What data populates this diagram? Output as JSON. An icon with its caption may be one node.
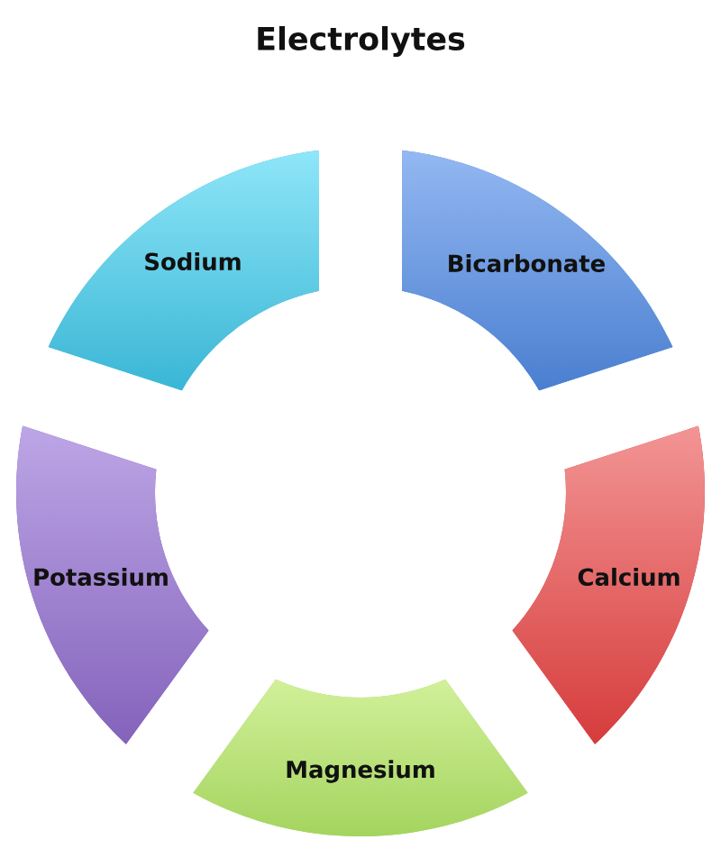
{
  "diagram": {
    "title": "Electrolytes",
    "nodes": [
      {
        "text": [
          "Sodium"
        ]
      },
      {
        "text": [
          "Bicarbonate"
        ]
      },
      {
        "text": [
          "Potassium"
        ]
      },
      {
        "text": [
          "Calcium"
        ]
      },
      {
        "text": [
          "Magnesium"
        ]
      }
    ]
  }
}
